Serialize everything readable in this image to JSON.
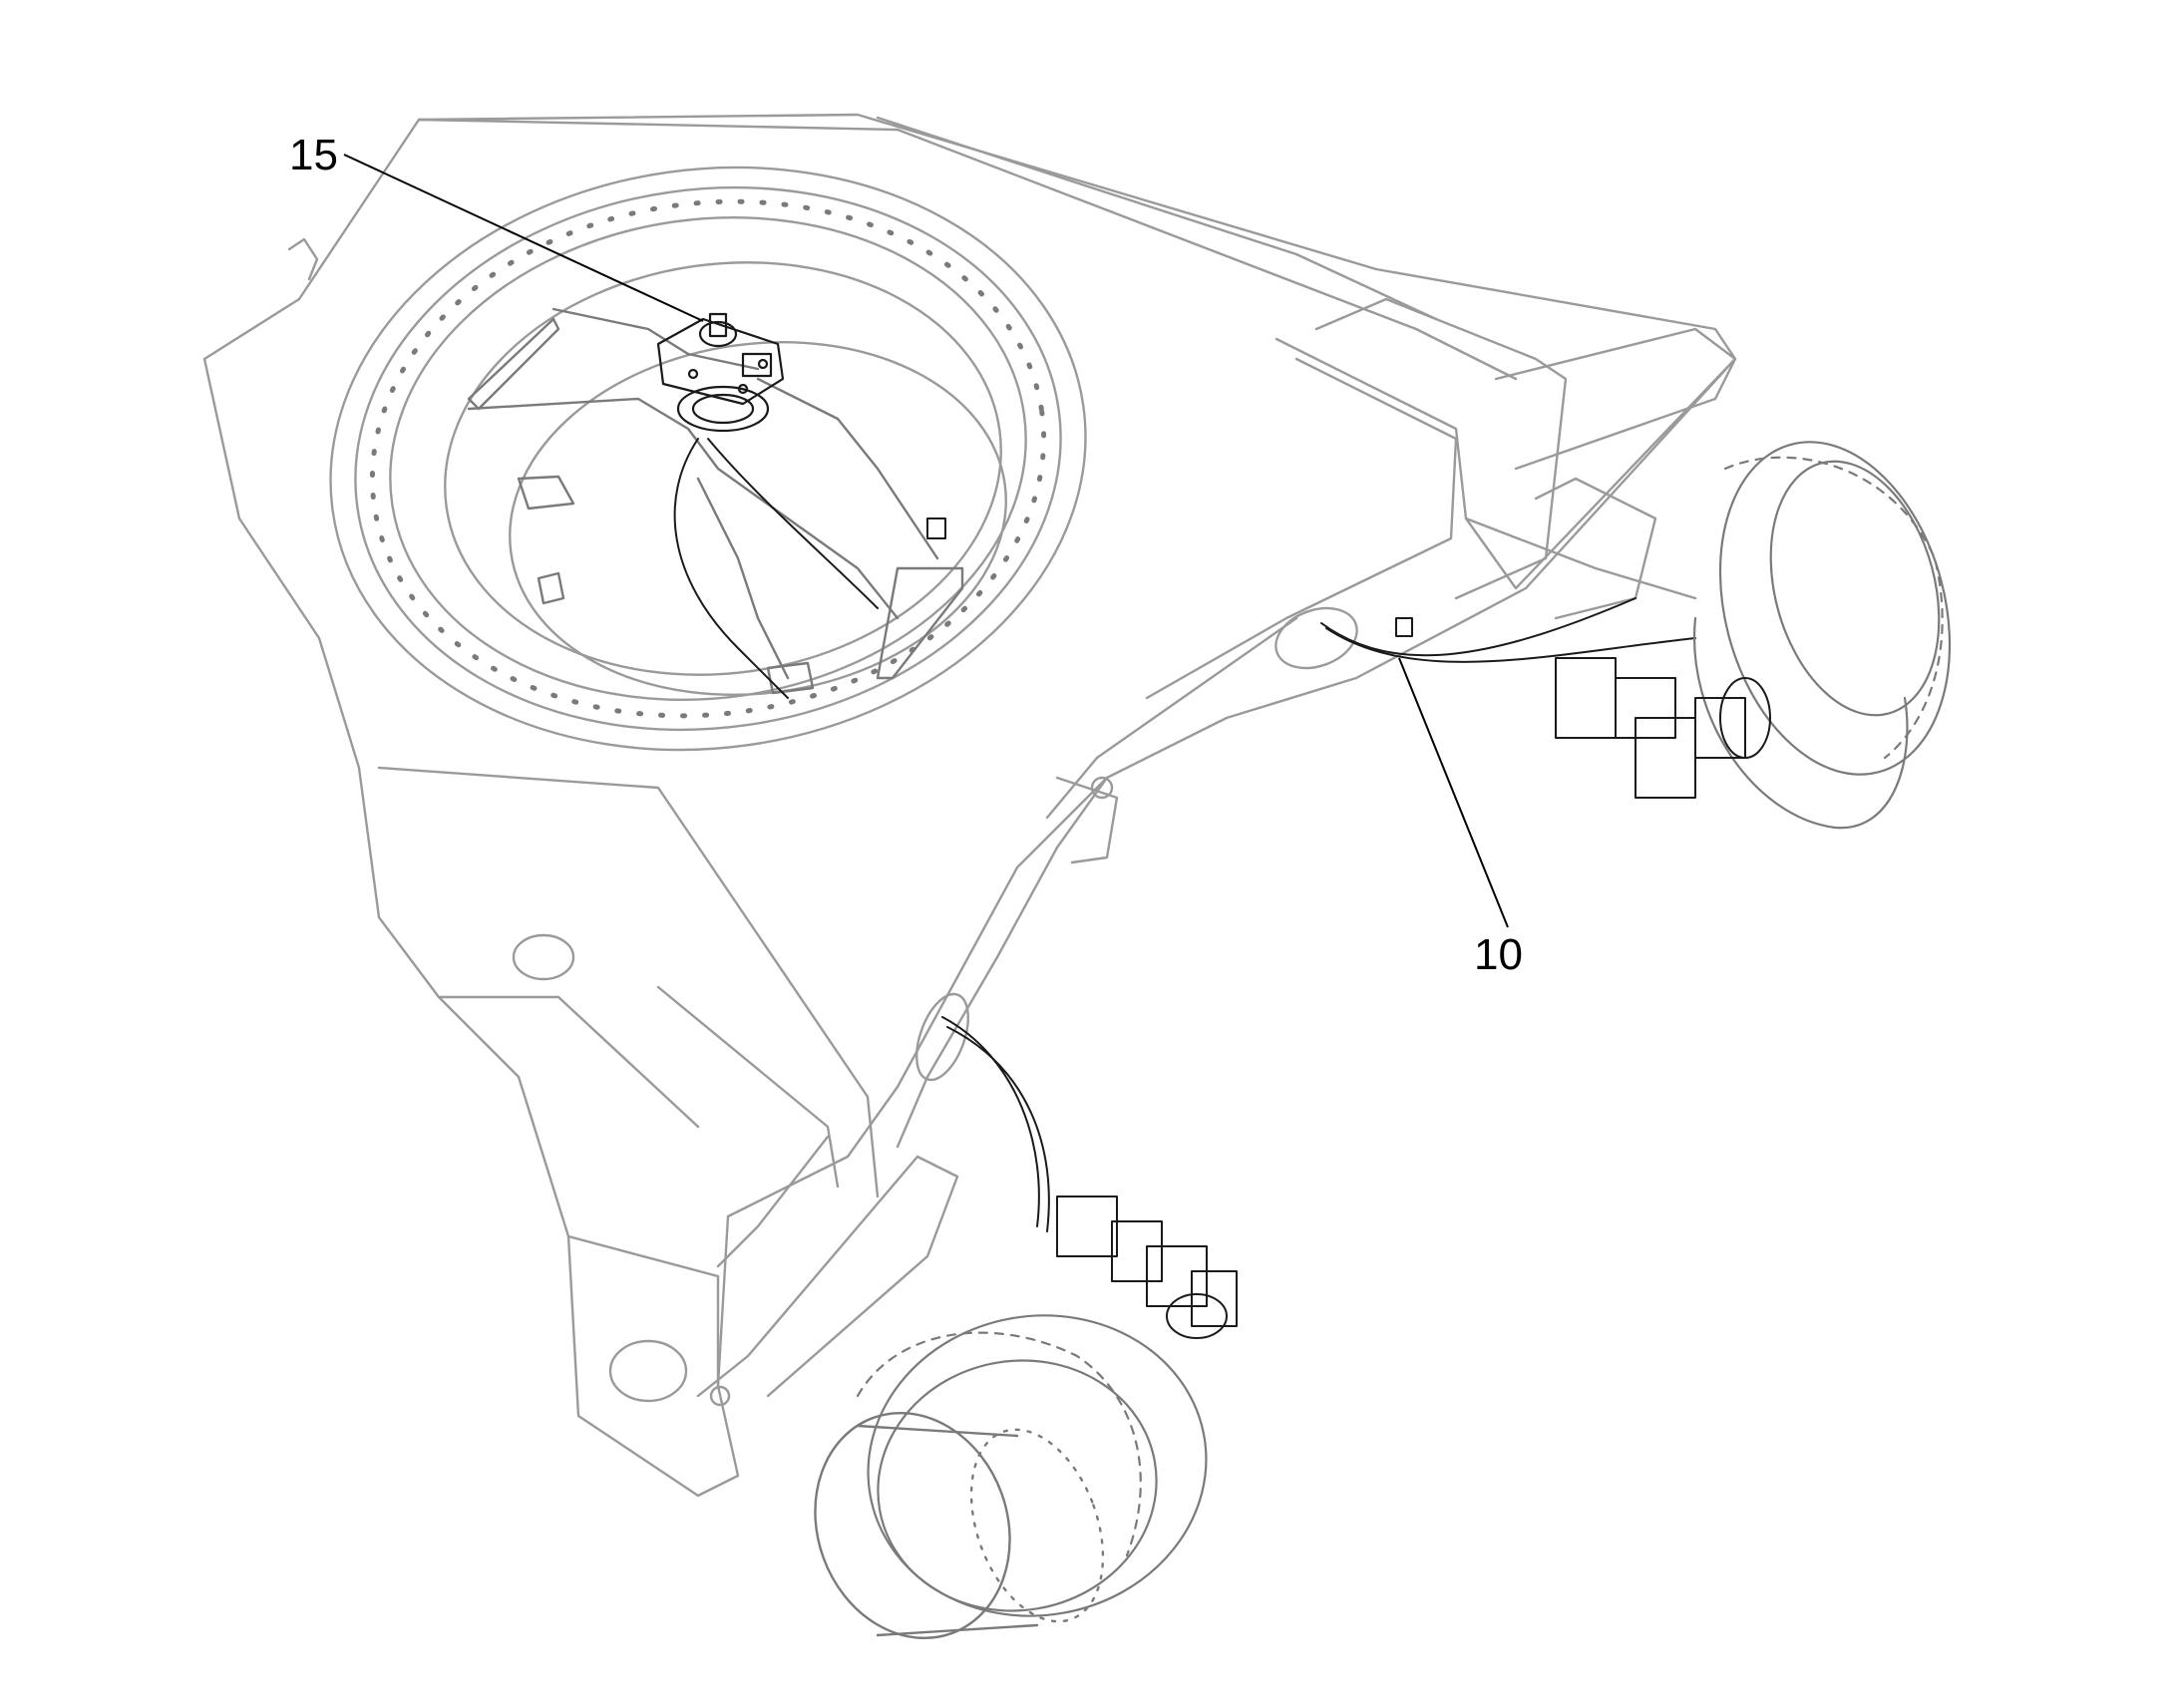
{
  "colors": {
    "outline": "#9a9a9a",
    "detail": "#6e6e6e",
    "ink": "#1a1a1a",
    "leader": "#000000"
  },
  "callouts": [
    {
      "label": "15",
      "part": "slip-ring-assembly"
    },
    {
      "label": "10",
      "part": "cable-harness"
    }
  ]
}
